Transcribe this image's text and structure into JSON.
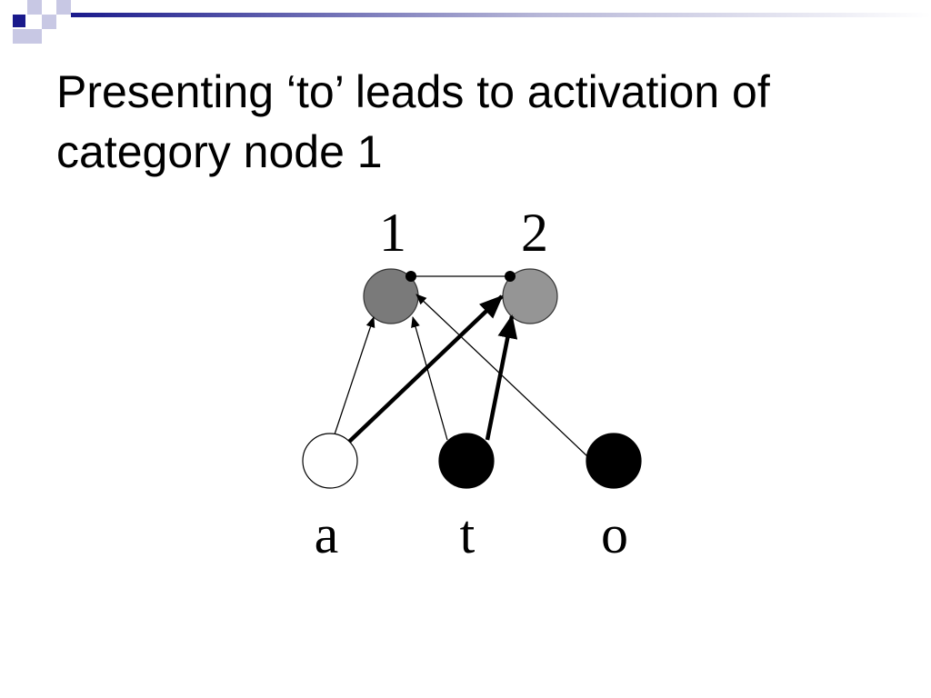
{
  "slide": {
    "title": "Presenting ‘to’ leads to activation of category node 1"
  },
  "colors": {
    "accent": "#1a1a8c",
    "category_node_1_fill": "#7a7a7a",
    "category_node_2_fill": "#959595",
    "active_input_fill": "#000000",
    "inactive_input_fill": "#ffffff"
  },
  "diagram": {
    "category_nodes": [
      {
        "label": "1",
        "activation": "strong"
      },
      {
        "label": "2",
        "activation": "weaker"
      }
    ],
    "input_nodes": [
      {
        "label": "a",
        "active": false
      },
      {
        "label": "t",
        "active": true
      },
      {
        "label": "o",
        "active": true
      }
    ],
    "connections": [
      {
        "from": "a",
        "to": "1",
        "weight": "thin"
      },
      {
        "from": "a",
        "to": "2",
        "weight": "thick"
      },
      {
        "from": "t",
        "to": "1",
        "weight": "thin"
      },
      {
        "from": "t",
        "to": "2",
        "weight": "thick"
      },
      {
        "from": "o",
        "to": "1",
        "weight": "thin"
      }
    ],
    "lateral_connection": {
      "between": [
        "1",
        "2"
      ],
      "type": "inhibitory"
    }
  }
}
